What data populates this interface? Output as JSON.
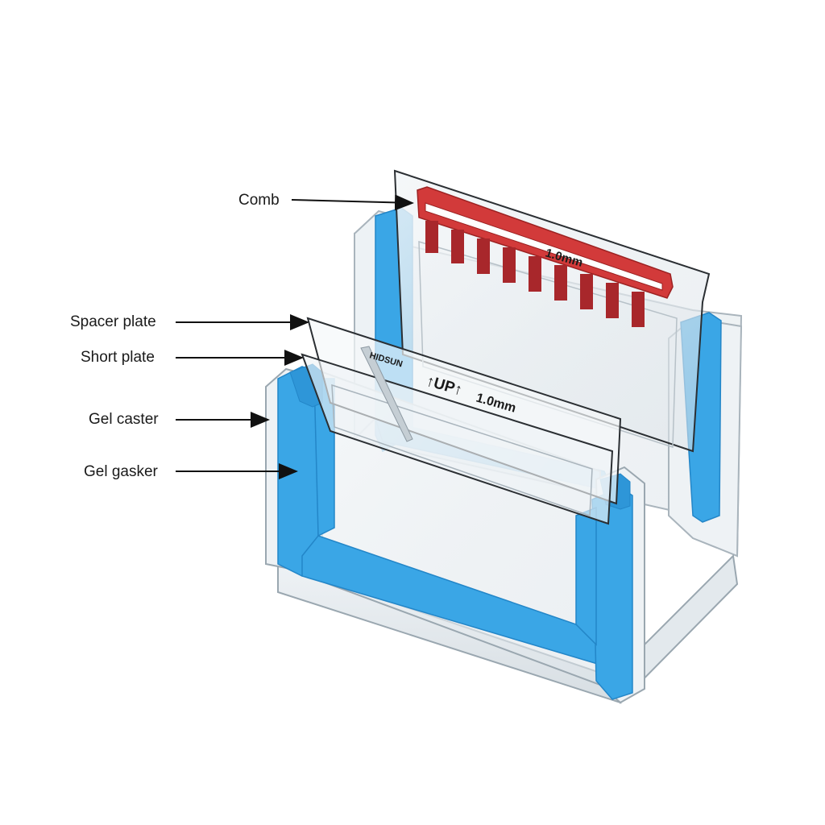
{
  "labels": {
    "comb": "Comb",
    "spacer_plate": "Spacer plate",
    "short_plate": "Short plate",
    "gel_caster": "Gel caster",
    "gel_gasket": "Gel gasker"
  },
  "plate_markings": {
    "front_direction": "↑UP↑",
    "front_thickness": "1.0mm",
    "back_thickness": "1.0mm",
    "brand": "HIDSUN"
  },
  "colors": {
    "gasket": "#3aa6e6",
    "gasket_dark": "#2386c8",
    "comb": "#d23a3a",
    "comb_dark": "#9c2222",
    "acrylic_edge": "#9aa7b0",
    "plate_edge": "#2b2f33",
    "label_text": "#1a1a1a",
    "arrow": "#111111"
  }
}
